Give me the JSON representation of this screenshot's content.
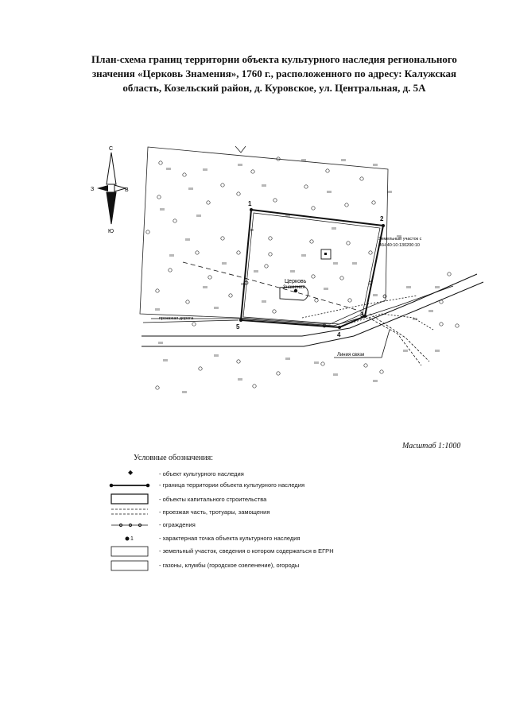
{
  "title": {
    "line1": "План-схема границ территории объекта культурного наследия регионального",
    "line2": "значения «Церковь Знамения», 1760 г., расположенного по адресу: Калужская",
    "line3": "область, Козельский район, д. Куровское, ул. Центральная, д. 5А"
  },
  "compass": {
    "north": "С",
    "south": "Ю",
    "west": "З",
    "east": "В"
  },
  "map": {
    "church_label_1": "Церковь",
    "church_label_2": "Знамения",
    "parcel_label_1": "Земельный участок с",
    "parcel_label_2": "КН 40:10:130200:10",
    "communication_line": "Линия связи",
    "road_label": "проезжая дорога",
    "points": [
      "1",
      "2",
      "3",
      "4",
      "5"
    ]
  },
  "scale": "Масштаб 1:1000",
  "legend": {
    "title": "Условные обозначения:",
    "items": [
      "- объект культурного наследия",
      "- граница территории объекта культурного наследия",
      "- объекты капитального строительства",
      "- проезжая часть, тротуары, замощения",
      "- ограждения",
      "- характерная точка объекта культурного наследия",
      "- земельный участок, сведения о котором содержаться в ЕГРН",
      "- газоны, клумбы (городское озеленение), огороды"
    ],
    "point_symbol": "1"
  }
}
